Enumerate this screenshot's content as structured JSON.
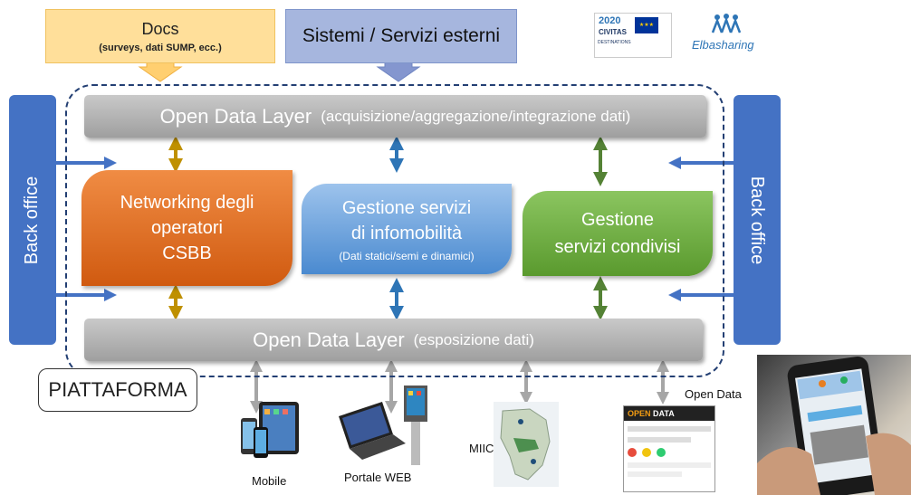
{
  "docs": {
    "title": "Docs",
    "subtitle": "(surveys, dati SUMP, ecc.)"
  },
  "external": {
    "title": "Sistemi / Servizi esterni"
  },
  "odl_top": {
    "title": "Open Data Layer",
    "subtitle": "(acquisizione/aggregazione/integrazione dati)"
  },
  "odl_bottom": {
    "title": "Open Data Layer",
    "subtitle": "(esposizione dati)"
  },
  "back_office_left": "Back office",
  "back_office_right": "Back office",
  "networking": {
    "line1": "Networking degli",
    "line2": "operatori",
    "line3": "CSBB"
  },
  "infomobility": {
    "line1": "Gestione servizi",
    "line2": "di infomobilità",
    "line3": "(Dati statici/semi e dinamici)"
  },
  "shared": {
    "line1": "Gestione",
    "line2": "servizi condivisi"
  },
  "platform": "PIATTAFORMA",
  "outputs": {
    "mobile": "Mobile",
    "web": "Portale WEB",
    "miic": "MIIC",
    "open_data": "Open Data",
    "open_data_logo_open": "OPEN",
    "open_data_logo_data": "DATA"
  },
  "logos": {
    "civitas_year": "2020",
    "civitas_name": "CIVITAS",
    "civitas_sub": "DESTINATIONS",
    "elba": "Elbasharing"
  },
  "colors": {
    "docs": "#ffdf9a",
    "external": "#a6b6de",
    "back_office": "#4472c4",
    "networking": "#e07020",
    "infomobility": "#5b9bd5",
    "shared": "#70ad47",
    "arrow_gold": "#bf9000",
    "arrow_blue": "#2e75b6",
    "arrow_green": "#548235",
    "arrow_grey": "#a6a6a6"
  }
}
